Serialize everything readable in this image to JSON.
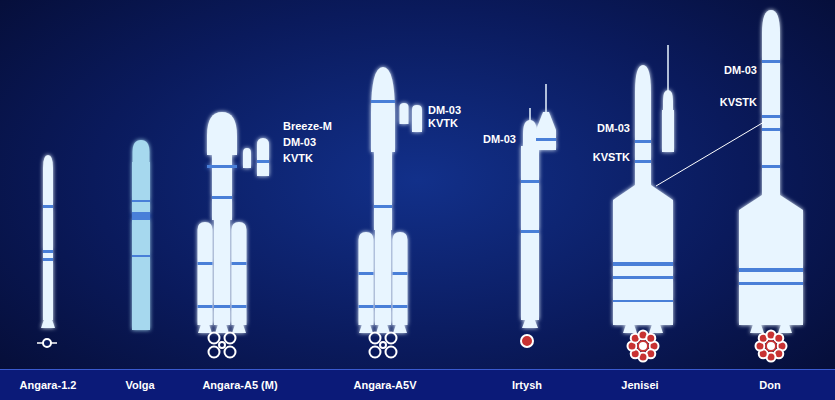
{
  "diagram": {
    "nodes": [
      {
        "text": [
          "Angara-1.2",
          "Volga",
          "Angara-A5 (M)",
          "Angara-A5V",
          "Irtysh",
          "Jenisei",
          "Don"
        ]
      }
    ],
    "labels": [
      "Breeze-M",
      "DM-03",
      "KVTK",
      "DM-03",
      "KVTK",
      "DM-03",
      "DM-03",
      "KVSTK",
      "DM-03",
      "KVSTK"
    ]
  }
}
